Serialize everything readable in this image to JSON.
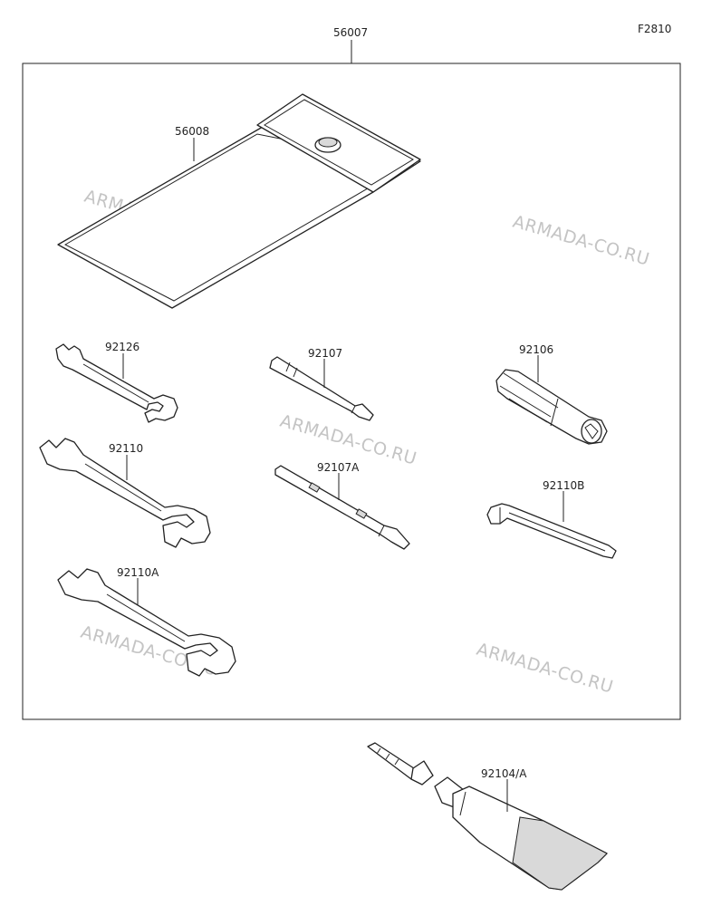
{
  "figure_code": "F2810",
  "watermark": "ARMADA-CO.RU",
  "parts": {
    "p56007": "56007",
    "p56008": "56008",
    "p92126": "92126",
    "p92107": "92107",
    "p92106": "92106",
    "p92110": "92110",
    "p92107A": "92107A",
    "p92110B": "92110B",
    "p92110A": "92110A",
    "p92104A": "92104/A"
  }
}
